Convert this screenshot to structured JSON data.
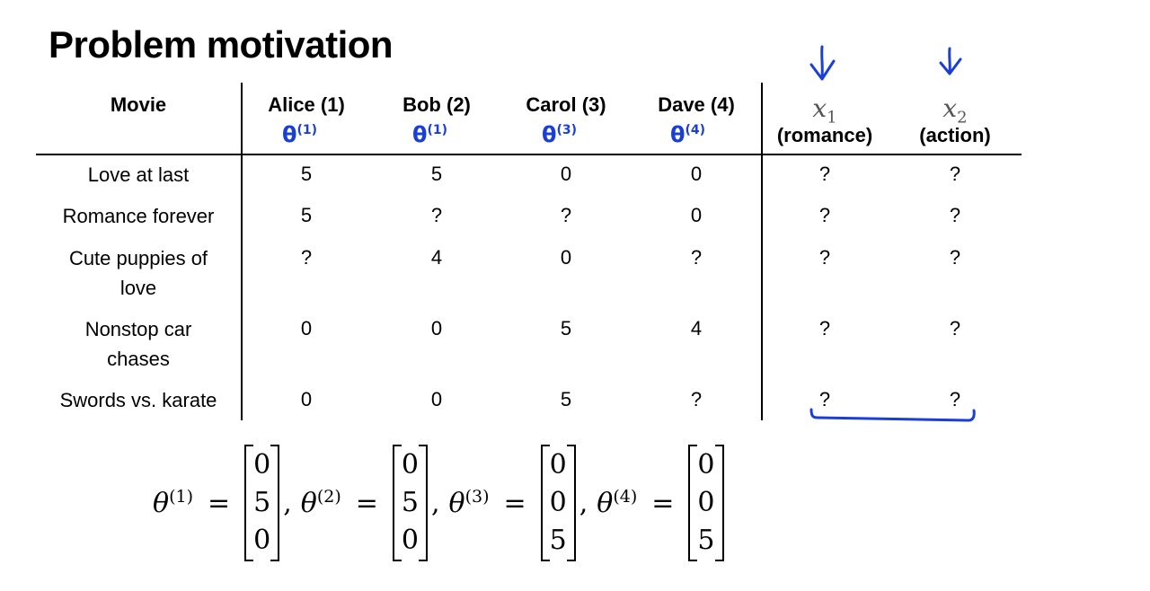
{
  "slide": {
    "title": "Problem motivation"
  },
  "table": {
    "movie_header": "Movie",
    "users": [
      {
        "name": "Alice (1)",
        "handnote": "θ",
        "handnote_sup": "(1)"
      },
      {
        "name": "Bob (2)",
        "handnote": "θ",
        "handnote_sup": "(1)"
      },
      {
        "name": "Carol (3)",
        "handnote": "θ",
        "handnote_sup": "(3)"
      },
      {
        "name": "Dave (4)",
        "handnote": "θ",
        "handnote_sup": "(4)"
      }
    ],
    "features": [
      {
        "symbol": "x",
        "index": "1",
        "label": "(romance)"
      },
      {
        "symbol": "x",
        "index": "2",
        "label": "(action)"
      }
    ],
    "rows": [
      {
        "movie": [
          "Love at last"
        ],
        "ratings": [
          "5",
          "5",
          "0",
          "0"
        ],
        "features": [
          "?",
          "?"
        ]
      },
      {
        "movie": [
          "Romance forever"
        ],
        "ratings": [
          "5",
          "?",
          "?",
          "0"
        ],
        "features": [
          "?",
          "?"
        ]
      },
      {
        "movie": [
          "Cute puppies of",
          "love"
        ],
        "ratings": [
          "?",
          "4",
          "0",
          "?"
        ],
        "features": [
          "?",
          "?"
        ]
      },
      {
        "movie": [
          "Nonstop car",
          "chases"
        ],
        "ratings": [
          "0",
          "0",
          "5",
          "4"
        ],
        "features": [
          "?",
          "?"
        ]
      },
      {
        "movie": [
          "Swords vs. karate"
        ],
        "ratings": [
          "0",
          "0",
          "5",
          "?"
        ],
        "features": [
          "?",
          "?"
        ]
      }
    ]
  },
  "formula": {
    "thetas": [
      {
        "symbol": "θ",
        "sup": "(1)",
        "vector": [
          "0",
          "5",
          "0"
        ]
      },
      {
        "symbol": "θ",
        "sup": "(2)",
        "vector": [
          "0",
          "5",
          "0"
        ]
      },
      {
        "symbol": "θ",
        "sup": "(3)",
        "vector": [
          "0",
          "0",
          "5"
        ]
      },
      {
        "symbol": "θ",
        "sup": "(4)",
        "vector": [
          "0",
          "0",
          "5"
        ]
      }
    ],
    "equals": "=",
    "separator": ","
  },
  "annotations": {
    "ink_color": "#1a3fd6"
  }
}
